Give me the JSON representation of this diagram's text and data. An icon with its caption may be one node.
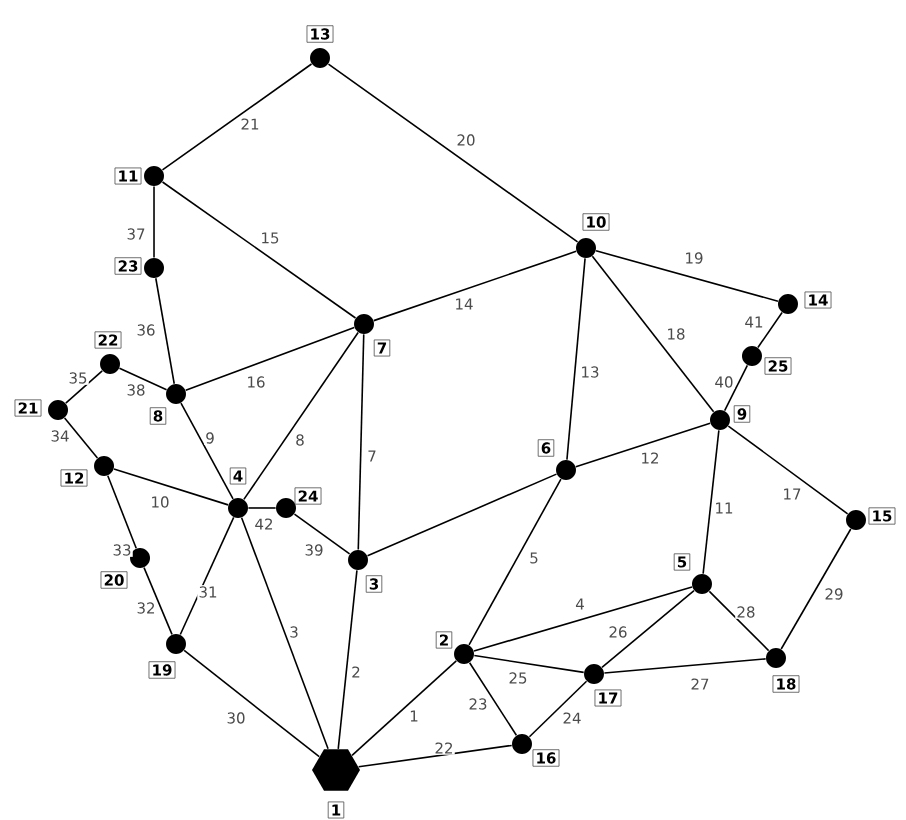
{
  "diagram": {
    "nodes": [
      {
        "text": [
          "1"
        ]
      },
      {
        "text": [
          "2"
        ]
      },
      {
        "text": [
          "3"
        ]
      },
      {
        "text": [
          "4"
        ]
      },
      {
        "text": [
          "5"
        ]
      },
      {
        "text": [
          "6"
        ]
      },
      {
        "text": [
          "7"
        ]
      },
      {
        "text": [
          "8"
        ]
      },
      {
        "text": [
          "9"
        ]
      },
      {
        "text": [
          "10"
        ]
      },
      {
        "text": [
          "11"
        ]
      },
      {
        "text": [
          "12"
        ]
      },
      {
        "text": [
          "13"
        ]
      },
      {
        "text": [
          "14"
        ]
      },
      {
        "text": [
          "15"
        ]
      },
      {
        "text": [
          "16"
        ]
      },
      {
        "text": [
          "17"
        ]
      },
      {
        "text": [
          "18"
        ]
      },
      {
        "text": [
          "19"
        ]
      },
      {
        "text": [
          "20"
        ]
      },
      {
        "text": [
          "21"
        ]
      },
      {
        "text": [
          "22"
        ]
      },
      {
        "text": [
          "23"
        ]
      },
      {
        "text": [
          "24"
        ]
      },
      {
        "text": [
          "25"
        ]
      }
    ],
    "edges": [
      {
        "from": 0,
        "to": 1,
        "arrow": "none",
        "label": "1"
      },
      {
        "from": 0,
        "to": 2,
        "arrow": "none",
        "label": "2"
      },
      {
        "from": 0,
        "to": 3,
        "arrow": "none",
        "label": "3"
      },
      {
        "from": 1,
        "to": 4,
        "arrow": "none",
        "label": "4"
      },
      {
        "from": 1,
        "to": 5,
        "arrow": "none",
        "label": "5"
      },
      {
        "from": 2,
        "to": 5,
        "arrow": "none"
      },
      {
        "from": 2,
        "to": 6,
        "arrow": "none",
        "label": "7"
      },
      {
        "from": 3,
        "to": 6,
        "arrow": "none",
        "label": "8"
      },
      {
        "from": 7,
        "to": 3,
        "arrow": "none",
        "label": "9"
      },
      {
        "from": 11,
        "to": 3,
        "arrow": "none",
        "label": "10"
      },
      {
        "from": 8,
        "to": 4,
        "arrow": "none",
        "label": "11"
      },
      {
        "from": 5,
        "to": 8,
        "arrow": "none",
        "label": "12"
      },
      {
        "from": 5,
        "to": 9,
        "arrow": "none",
        "label": "13"
      },
      {
        "from": 6,
        "to": 9,
        "arrow": "none",
        "label": "14"
      },
      {
        "from": 10,
        "to": 6,
        "arrow": "none",
        "label": "15"
      },
      {
        "from": 7,
        "to": 6,
        "arrow": "none",
        "label": "16"
      },
      {
        "from": 8,
        "to": 14,
        "arrow": "none",
        "label": "17"
      },
      {
        "from": 9,
        "to": 8,
        "arrow": "none",
        "label": "18"
      },
      {
        "from": 9,
        "to": 13,
        "arrow": "none",
        "label": "19"
      },
      {
        "from": 12,
        "to": 9,
        "arrow": "none",
        "label": "20"
      },
      {
        "from": 10,
        "to": 12,
        "arrow": "none",
        "label": "21"
      },
      {
        "from": 0,
        "to": 15,
        "arrow": "none",
        "label": "22"
      },
      {
        "from": 1,
        "to": 15,
        "arrow": "none",
        "label": "23"
      },
      {
        "from": 15,
        "to": 16,
        "arrow": "none",
        "label": "24"
      },
      {
        "from": 1,
        "to": 16,
        "arrow": "none",
        "label": "25"
      },
      {
        "from": 16,
        "to": 4,
        "arrow": "none",
        "label": "26"
      },
      {
        "from": 16,
        "to": 17,
        "arrow": "none",
        "label": "27"
      },
      {
        "from": 4,
        "to": 17,
        "arrow": "none",
        "label": "28"
      },
      {
        "from": 17,
        "to": 14,
        "arrow": "none",
        "label": "29"
      },
      {
        "from": 18,
        "to": 0,
        "arrow": "none",
        "label": "30"
      },
      {
        "from": 18,
        "to": 3,
        "arrow": "none",
        "label": "31"
      },
      {
        "from": 19,
        "to": 18,
        "arrow": "none",
        "label": "32"
      },
      {
        "from": 11,
        "to": 19,
        "arrow": "none",
        "label": "33"
      },
      {
        "from": 20,
        "to": 11,
        "arrow": "none",
        "label": "34"
      },
      {
        "from": 20,
        "to": 21,
        "arrow": "none",
        "label": "35"
      },
      {
        "from": 22,
        "to": 7,
        "arrow": "none",
        "label": "36"
      },
      {
        "from": 10,
        "to": 22,
        "arrow": "none",
        "label": "37"
      },
      {
        "from": 21,
        "to": 7,
        "arrow": "none",
        "label": "38"
      },
      {
        "from": 23,
        "to": 2,
        "arrow": "none",
        "label": "39"
      },
      {
        "from": 8,
        "to": 24,
        "arrow": "none",
        "label": "40"
      },
      {
        "from": 24,
        "to": 13,
        "arrow": "none",
        "label": "41"
      },
      {
        "from": 3,
        "to": 23,
        "arrow": "none",
        "label": "42"
      }
    ]
  }
}
